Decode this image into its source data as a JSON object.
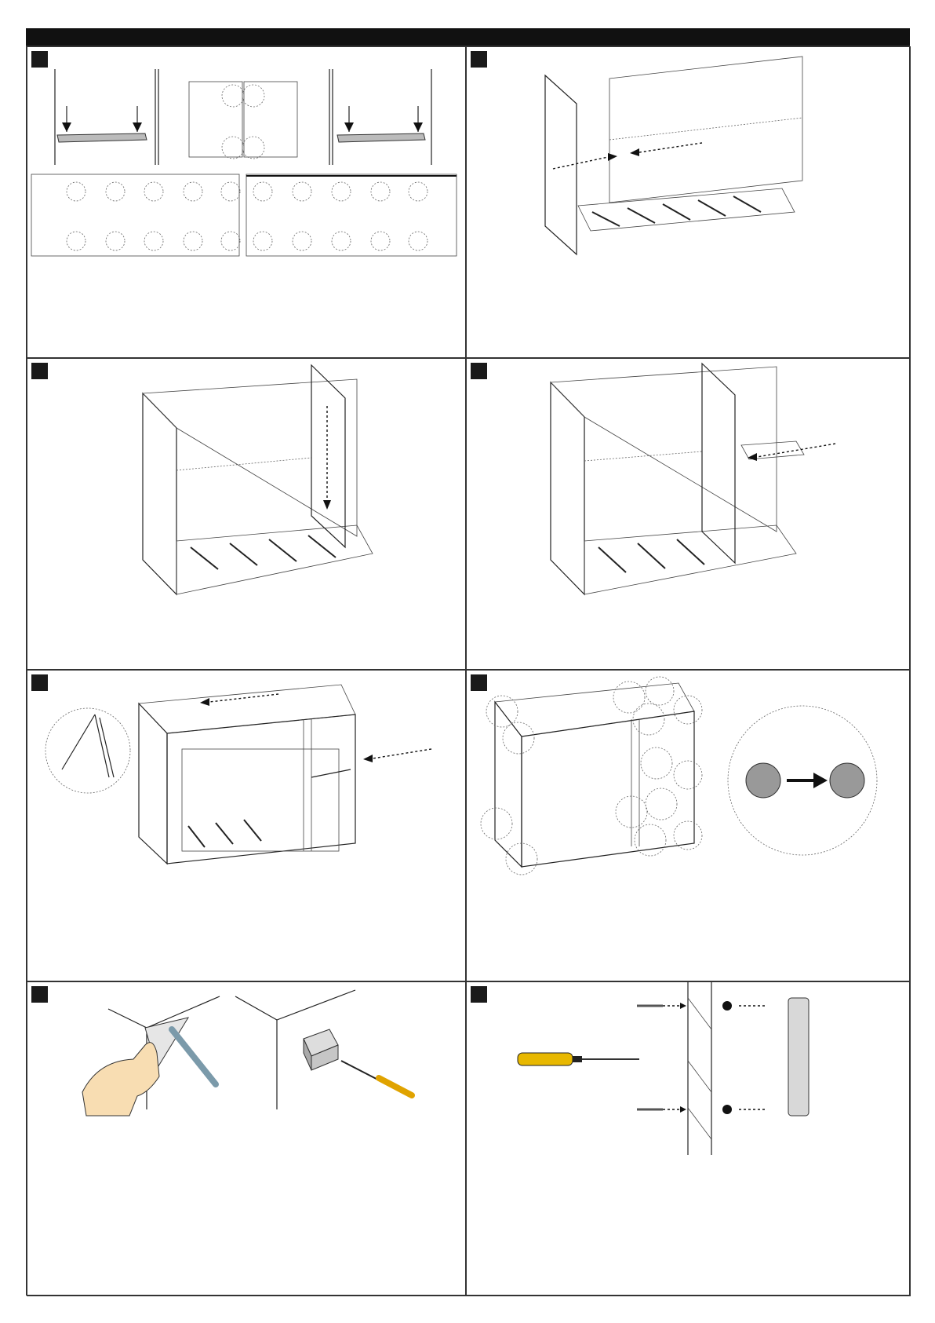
{
  "document": {
    "type": "assembly-instructions",
    "accent_color": "#111111",
    "steps": [
      {
        "id": 1,
        "label": ""
      },
      {
        "id": 2,
        "label": ""
      },
      {
        "id": 3,
        "label": ""
      },
      {
        "id": 4,
        "label": ""
      },
      {
        "id": 5,
        "label": ""
      },
      {
        "id": 6,
        "label": ""
      },
      {
        "id": 7,
        "label": ""
      },
      {
        "id": 8,
        "label": ""
      }
    ],
    "icons": [
      "screw-icon",
      "screwdriver-icon",
      "handle-icon",
      "cam-lock-icon",
      "corner-bracket-icon",
      "hand-icon"
    ]
  }
}
